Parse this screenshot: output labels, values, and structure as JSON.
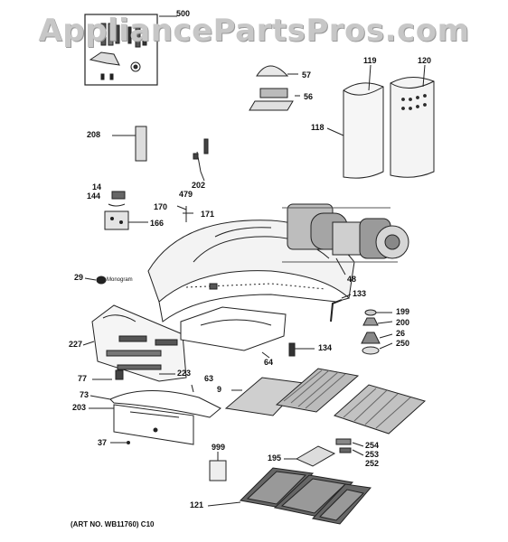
{
  "watermark": "AppliancePartsPros.com",
  "art_number": "(ART NO. WB11760) C10",
  "labels": {
    "p500": "500",
    "p57": "57",
    "p56": "56",
    "p119": "119",
    "p120": "120",
    "p118": "118",
    "p208": "208",
    "p202": "202",
    "p479": "479",
    "p14": "14",
    "p144": "144",
    "p166": "166",
    "p170": "170",
    "p171": "171",
    "p48": "48",
    "p29": "29",
    "p133": "133",
    "p199": "199",
    "p200": "200",
    "p26": "26",
    "p250": "250",
    "p227": "227",
    "p134": "134",
    "p64": "64",
    "p223": "223",
    "p77": "77",
    "p63": "63",
    "p9": "9",
    "p73": "73",
    "p203": "203",
    "p37": "37",
    "p999": "999",
    "p254": "254",
    "p195": "195",
    "p253": "253",
    "p252": "252",
    "p121": "121"
  },
  "logo_text": "Monogram"
}
